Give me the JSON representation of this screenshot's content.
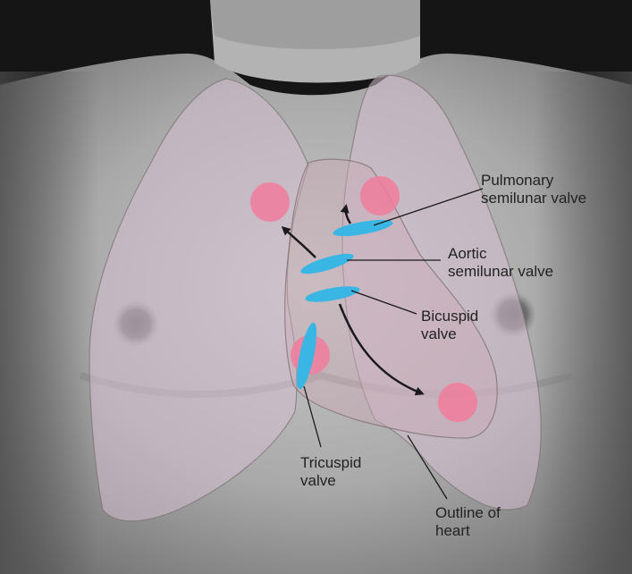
{
  "labels": {
    "pulmonary": [
      "Pulmonary",
      "semilunar valve"
    ],
    "aortic": [
      "Aortic",
      "semilunar valve"
    ],
    "bicuspid": [
      "Bicuspid",
      "valve"
    ],
    "tricuspid": [
      "Tricuspid",
      "valve"
    ],
    "heart_outline": [
      "Outline of",
      "heart"
    ]
  },
  "colors": {
    "valve": "#3ab6e4",
    "auscultation_spot": "#f07c9c",
    "lung": "#d3bdd0",
    "heart": "#c9aab6",
    "arrow": "#1a1a1a",
    "leader_line": "#1a1a1a"
  }
}
